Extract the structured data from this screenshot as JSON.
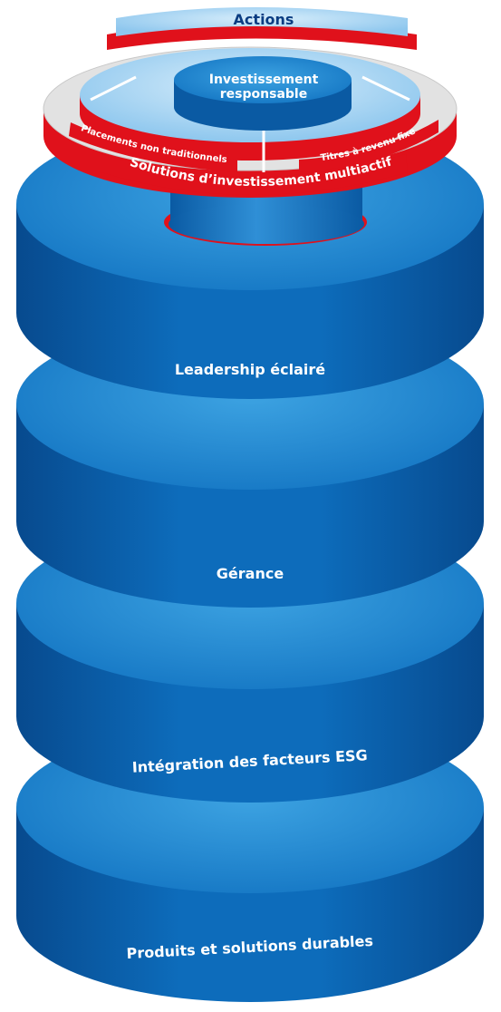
{
  "top": {
    "actions": "Actions",
    "center_line1": "Investissement",
    "center_line2": "responsable",
    "left_arc": "Placements non traditionnels",
    "right_arc": "Titres à revenu fixe",
    "band": "Solutions d’investissement multiactif"
  },
  "tiers": [
    {
      "label": "Leadership éclairé"
    },
    {
      "label": "Gérance"
    },
    {
      "label": "Intégration des facteurs ESG"
    },
    {
      "label": "Produits et solutions durables"
    }
  ],
  "colors": {
    "blue_top": "#2e93d6",
    "blue_side": "#0a63b0",
    "blue_dark": "#08498a",
    "red": "#e0111b",
    "light_blue": "#bfe0f5",
    "grey": "#dcdcdc"
  }
}
